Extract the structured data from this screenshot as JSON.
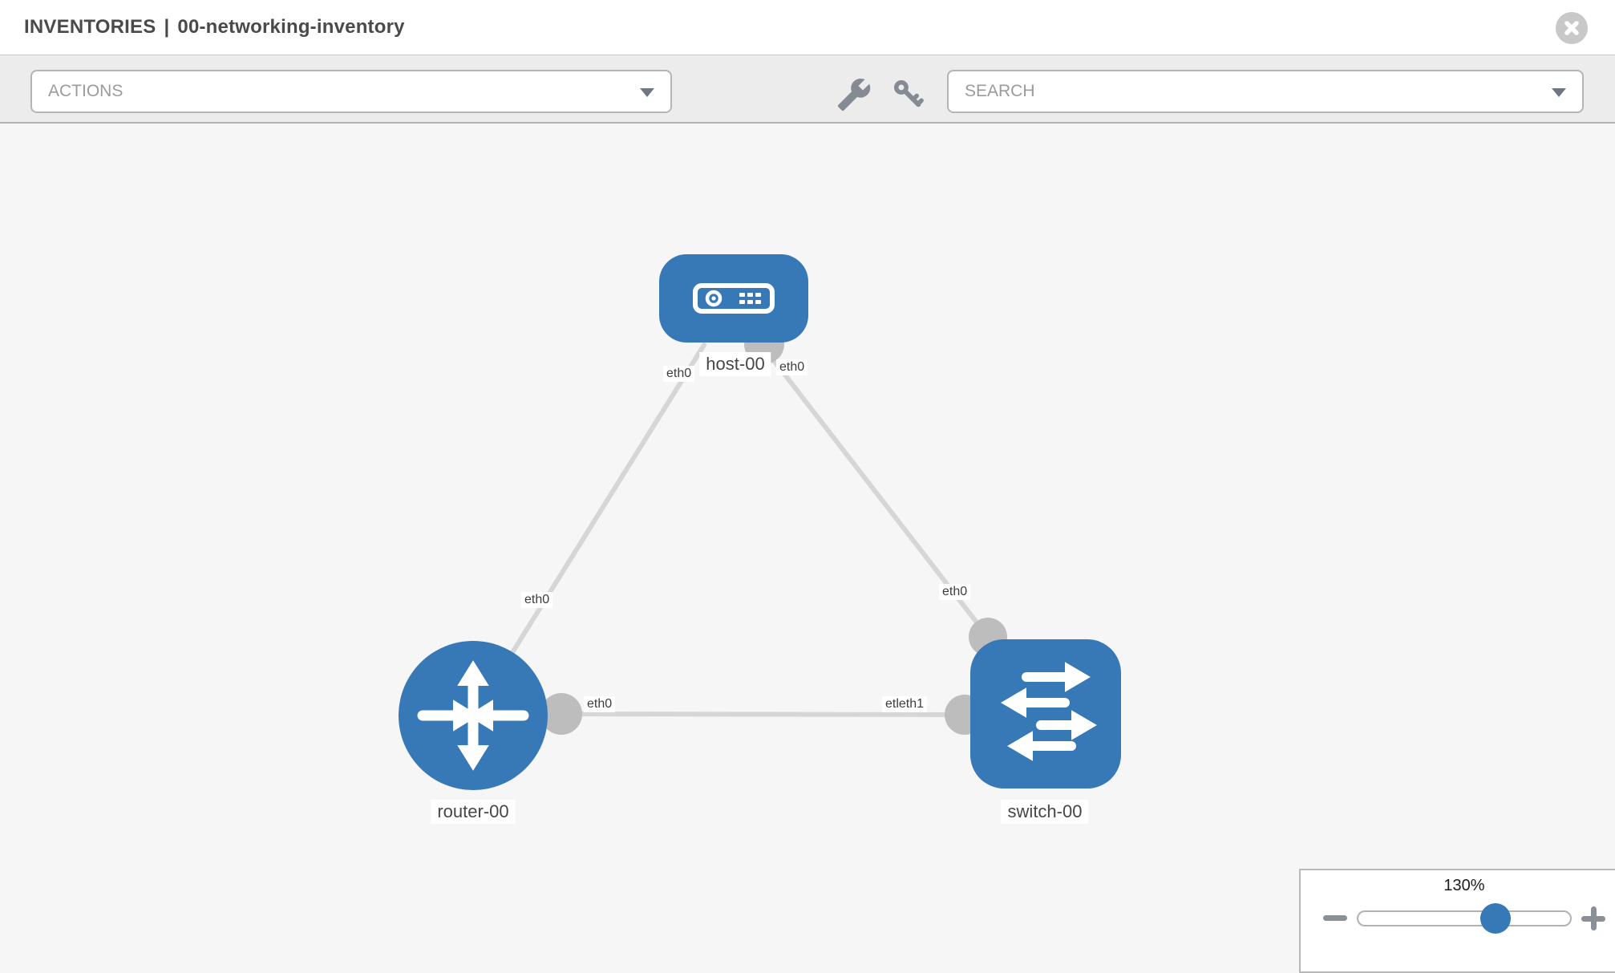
{
  "colors": {
    "accent_blue": "#3778b7",
    "link_gray": "#d6d6d6",
    "port_gray": "#bdbdbd",
    "toolbar_bg": "#ececec",
    "canvas_bg": "#f6f6f6"
  },
  "header": {
    "section": "INVENTORIES",
    "separator": "|",
    "inventory_name": "00-networking-inventory",
    "close_icon": "x-circle-icon"
  },
  "toolbar": {
    "actions_label": "ACTIONS",
    "search_placeholder": "SEARCH",
    "icons": [
      "wrench-icon",
      "key-icon",
      "chevron-down-icon"
    ]
  },
  "canvas": {
    "nodes": [
      {
        "label": "host-00",
        "type": "host",
        "icon": "server-icon"
      },
      {
        "label": "router-00",
        "type": "router",
        "icon": "router-arrows-icon"
      },
      {
        "label": "switch-00",
        "type": "switch",
        "icon": "switch-arrows-icon"
      }
    ],
    "links": [
      {
        "from": "host-00",
        "to": "router-00"
      },
      {
        "from": "host-00",
        "to": "switch-00"
      },
      {
        "from": "router-00",
        "to": "switch-00"
      }
    ],
    "interface_labels": [
      {
        "text": "eth0",
        "near": "host-00 left"
      },
      {
        "text": "eth0",
        "near": "host-00 right"
      },
      {
        "text": "eth0",
        "near": "router-00 top"
      },
      {
        "text": "eth0",
        "near": "switch-00 top"
      },
      {
        "text": "eth0",
        "near": "router-00 right"
      },
      {
        "text": "etleth1",
        "near": "switch-00 left"
      }
    ]
  },
  "zoom_control": {
    "level": "130%",
    "minus_icon": "minus-icon",
    "plus_icon": "plus-icon"
  }
}
